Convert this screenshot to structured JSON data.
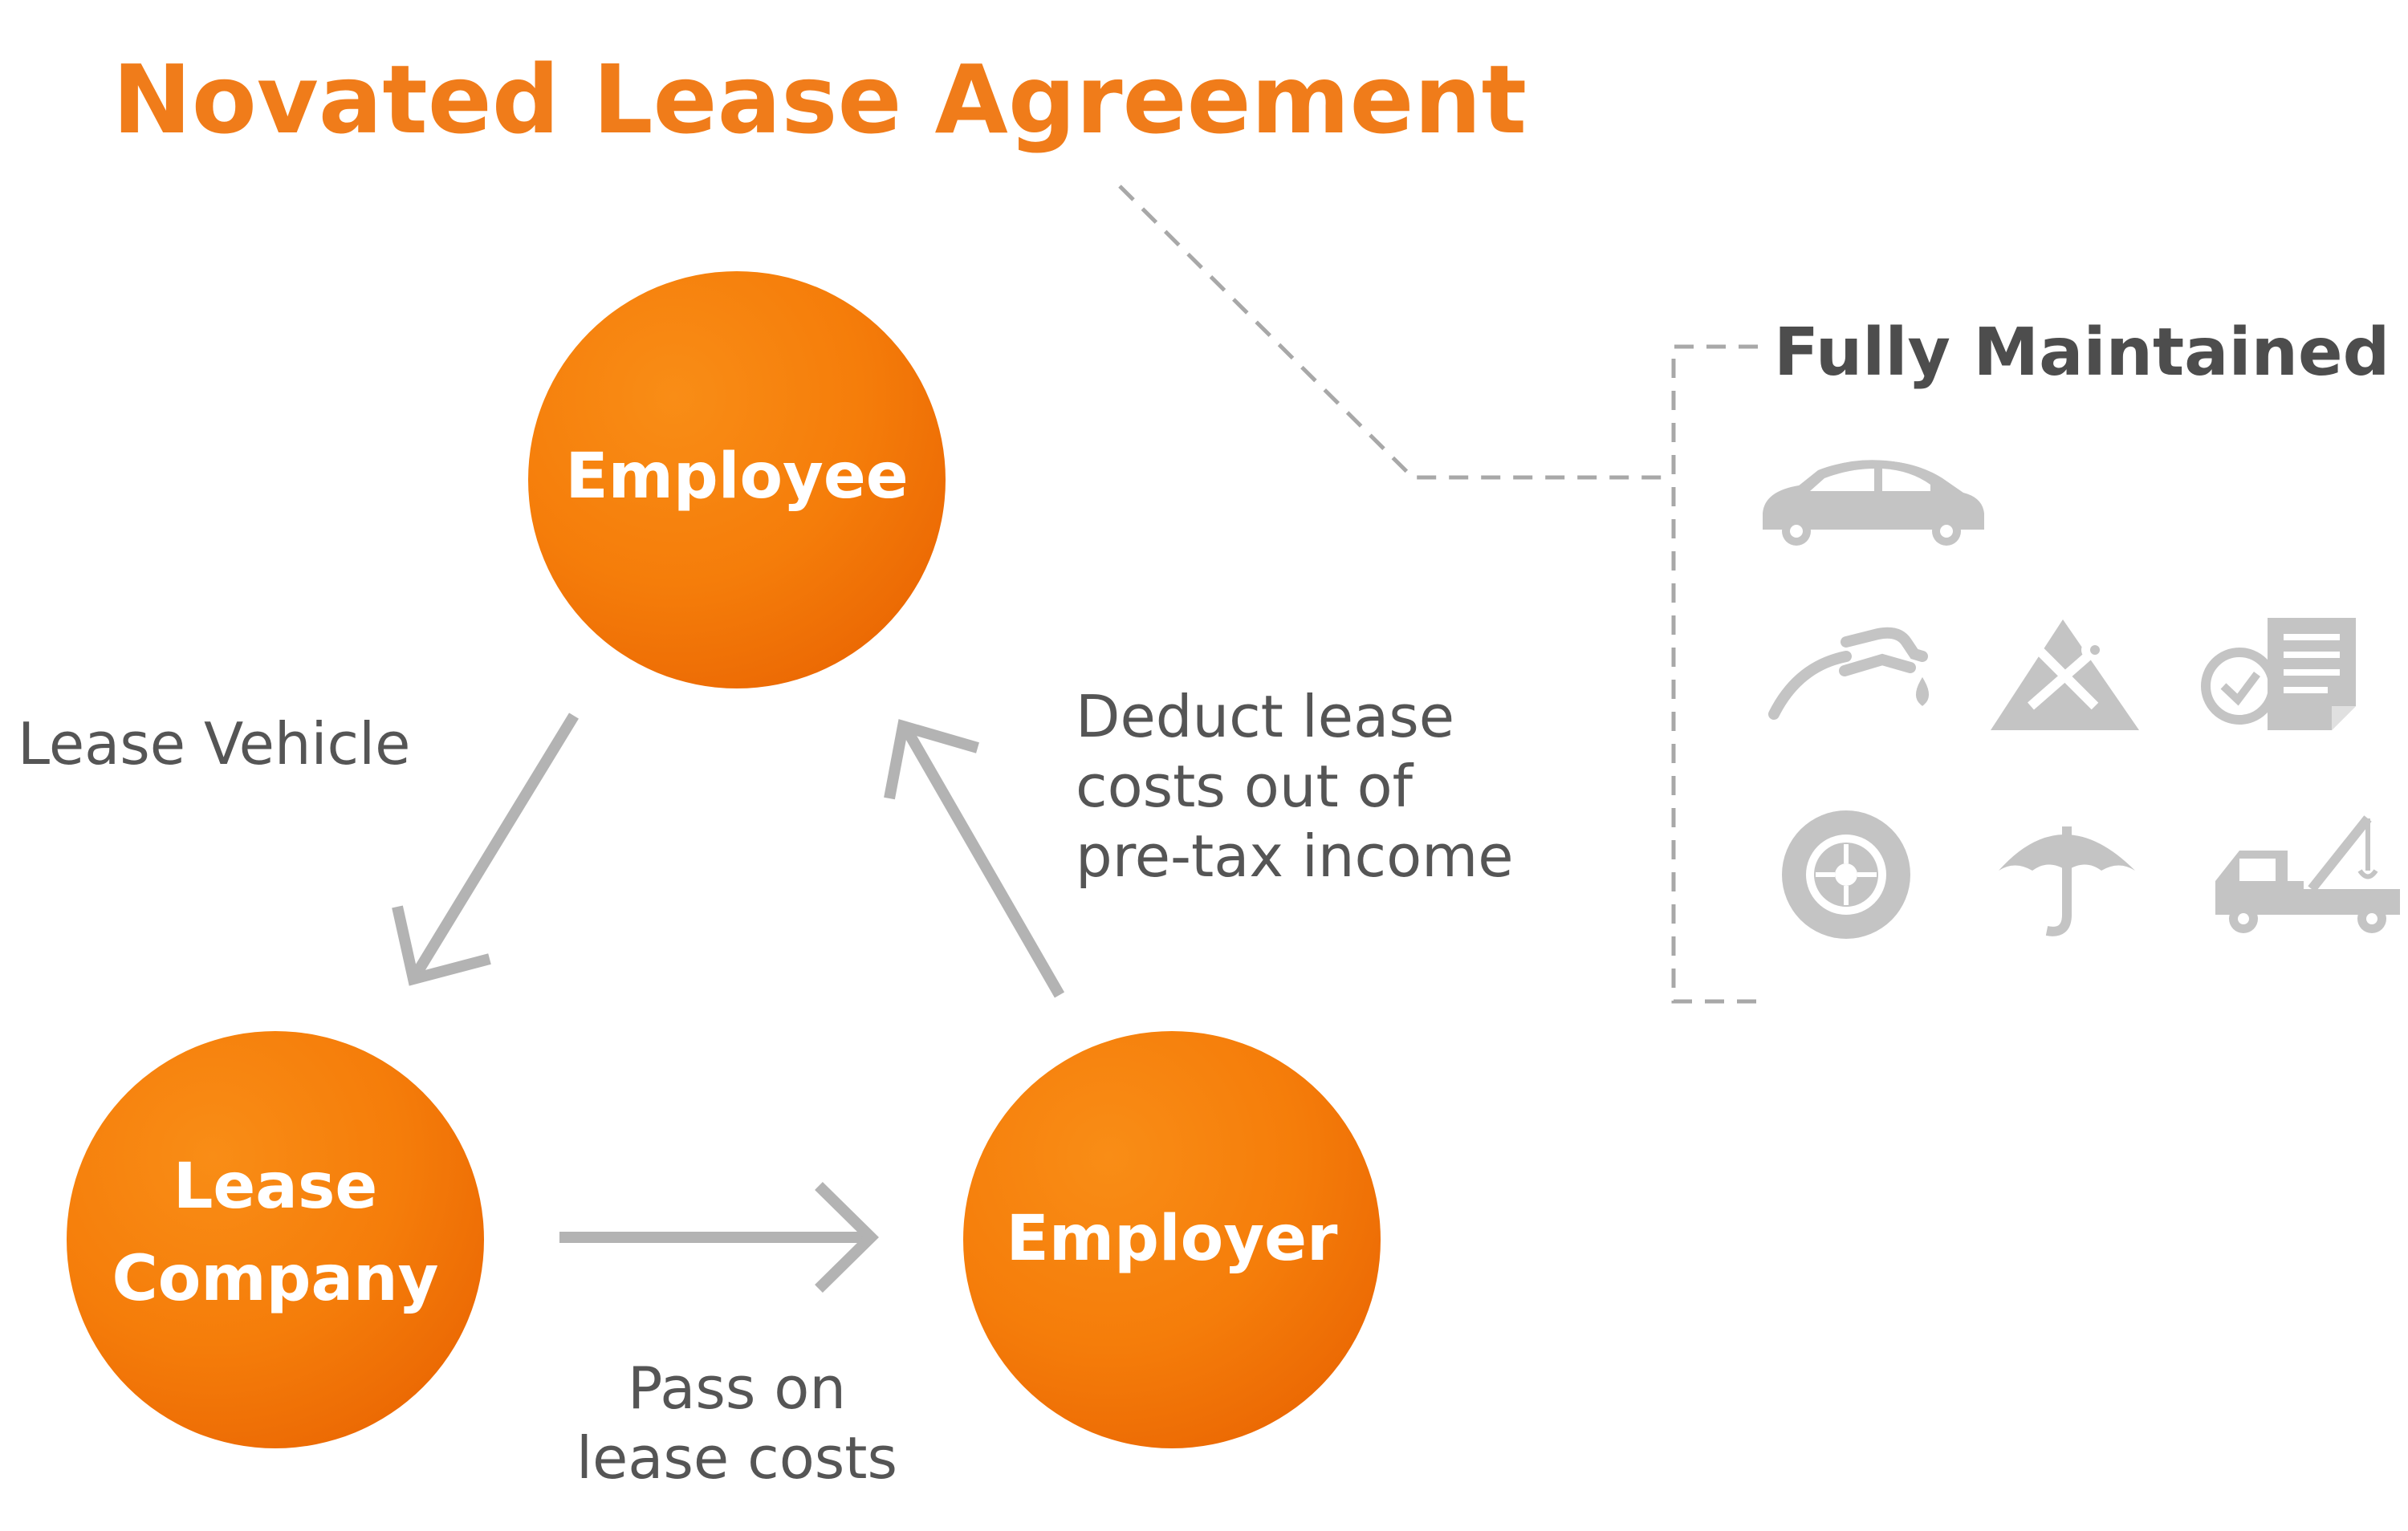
{
  "title": "Novated Lease Agreement",
  "nodes": {
    "employee": "Employee",
    "lease_company_line1": "Lease",
    "lease_company_line2": "Company",
    "employer": "Employer"
  },
  "edges": {
    "lease_vehicle": "Lease Vehicle",
    "deduct_line1": "Deduct lease",
    "deduct_line2": "costs out of",
    "deduct_line3": "pre-tax income",
    "pass_line1": "Pass on",
    "pass_line2": "lease costs"
  },
  "fully_maintained": {
    "title": "Fully Maintained",
    "icons": [
      "car-icon",
      "fuel-nozzle-icon",
      "road-repair-icon",
      "registration-document-icon",
      "tyre-icon",
      "insurance-umbrella-icon",
      "tow-truck-icon"
    ]
  },
  "colors": {
    "accent": "#f07c1a",
    "circle_light": "#f7890f",
    "circle_dark": "#ee6c05",
    "arrow": "#b3b3b3",
    "icon": "#c4c4c4",
    "text": "#555555"
  }
}
